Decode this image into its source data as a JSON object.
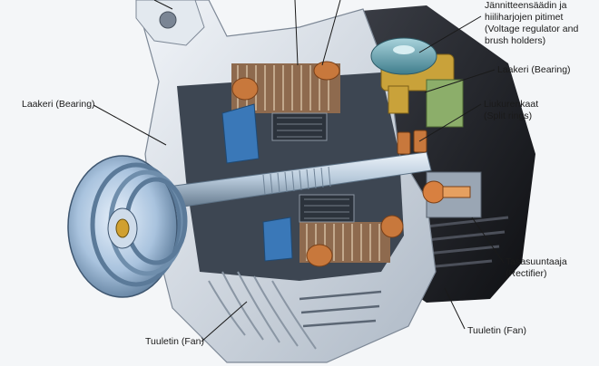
{
  "labels": {
    "voltage_regulator": {
      "line1": "Jännitteensäädin ja",
      "line2": "hiiliharjojen pitimet",
      "line3": "(Voltage regulator and",
      "line4": "brush holders)"
    },
    "bearing_left": {
      "text": "Laakeri (Bearing)"
    },
    "bearing_right": {
      "text": "Laakeri (Bearing)"
    },
    "split_rings": {
      "line1": "Liukurenkaat",
      "line2": "(Split rings)"
    },
    "rectifier": {
      "line1": "Tasasuuntaaja",
      "line2": "(Rectifier)"
    },
    "fan_right": {
      "text": "Tuuletin (Fan)"
    },
    "fan_left": {
      "text": "Tuuletin (Fan)"
    }
  },
  "colors": {
    "background": "#f4f6f8",
    "housing": "#dfe5ec",
    "housing_shadow": "#9aa6b4",
    "rear_cover": "#1c1d22",
    "shaft": "#b9cbdc",
    "pulley": "#b7cde4",
    "copper": "#c8783c",
    "stator": "#8e6a4e",
    "regulator_cap": "#6fa7b4",
    "brush_holder": "#c9a23a",
    "rectifier_plate": "#8cae6a",
    "bearing_blue": "#3a78b8"
  }
}
